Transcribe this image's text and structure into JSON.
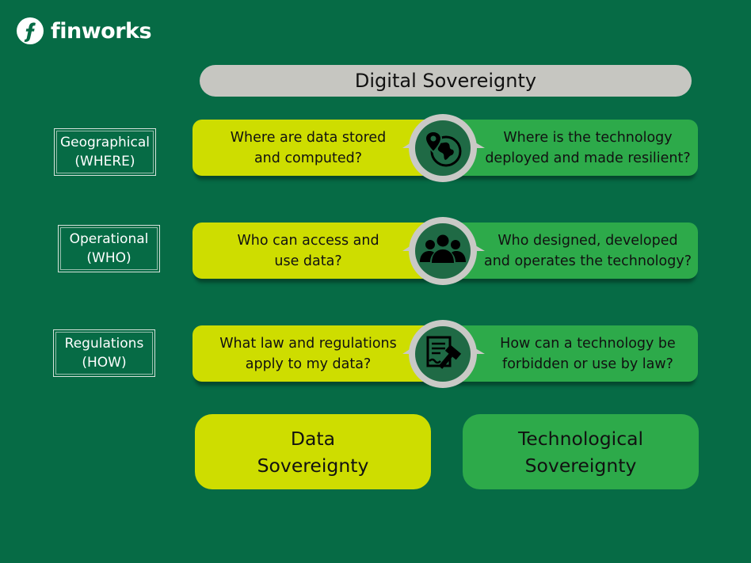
{
  "brand": {
    "name": "finworks"
  },
  "title": "Digital Sovereignty",
  "colors": {
    "background": "#066b45",
    "data_accent": "#cedd00",
    "tech_accent": "#2daa4a",
    "title_pill": "#c6c6c1",
    "badge_ring": "#c9c9c6",
    "badge_fill": "#1f6a45"
  },
  "rows": [
    {
      "label": "Geographical\n(WHERE)",
      "data_question": "Where are data stored\nand computed?",
      "tech_question": "Where is the technology\ndeployed and made resilient?",
      "icon": "location-globe-icon"
    },
    {
      "label": "Operational\n(WHO)",
      "data_question": "Who can access and\nuse data?",
      "tech_question": "Who designed, developed\nand operates the technology?",
      "icon": "people-group-icon"
    },
    {
      "label": "Regulations\n(HOW)",
      "data_question": "What law and regulations\napply to my data?",
      "tech_question": "How can a technology be\nforbidden or use by law?",
      "icon": "law-document-gavel-icon"
    }
  ],
  "columns": {
    "data": "Data\nSovereignty",
    "tech": "Technological\nSovereignty"
  }
}
